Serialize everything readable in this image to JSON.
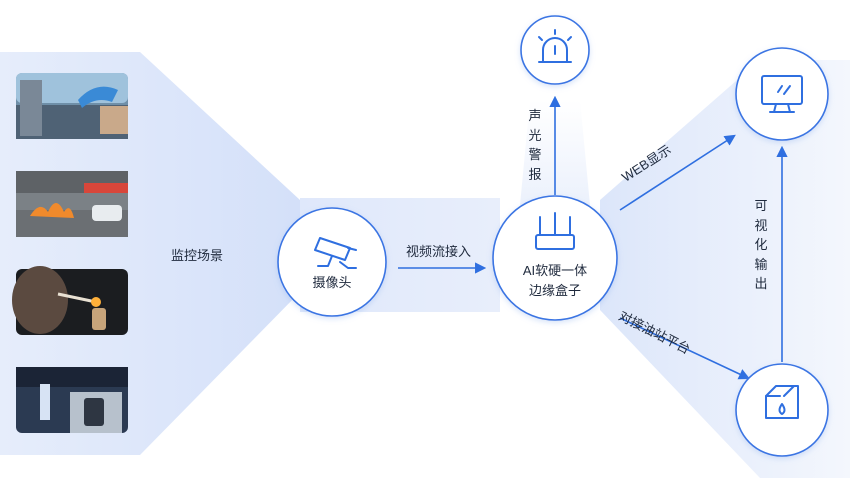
{
  "scenes": {
    "label": "监控场景",
    "items": [
      {
        "name": "fuel-nozzle-photo"
      },
      {
        "name": "vehicle-fire-photo"
      },
      {
        "name": "smoking-lighter-photo"
      },
      {
        "name": "phone-use-photo"
      }
    ]
  },
  "camera": {
    "label": "摄像头",
    "icon": "cctv-camera-icon"
  },
  "edge_label": {
    "video": "视频流接入",
    "alarm": "声光警报",
    "web": "WEB显示",
    "dock": "对接油站平台",
    "visual": "可视化输出"
  },
  "box": {
    "line1": "AI软硬一体",
    "line2": "边缘盒子",
    "icon": "router-icon"
  },
  "alarm_icon": "siren-icon",
  "monitor_icon": "monitor-icon",
  "platform_icon": "oil-tank-icon",
  "colors": {
    "accent": "#2f6fe0",
    "node_border": "#3a74e3",
    "beam": "#dbe6fb"
  }
}
